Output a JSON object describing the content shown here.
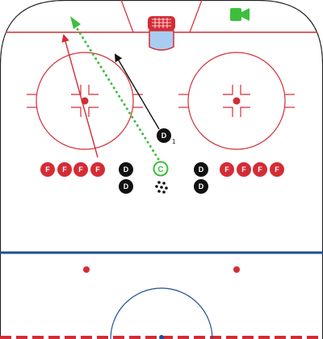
{
  "colors": {
    "rink_line": "#d42c35",
    "blue_line": "#1d4f96",
    "boards": "#222222",
    "forward": "#d42c35",
    "defense": "#111111",
    "coach": "#3dbf3d",
    "pass": "#3dbf3d",
    "skate_red": "#d42c35",
    "skate_black": "#111111",
    "camera": "#3dbf3d",
    "net_frame": "#d42c35",
    "crease": "#a9cdf0"
  },
  "icons": {
    "camera": "video-camera-icon",
    "net": "hockey-net-icon",
    "pucks": "puck-pile-icon"
  },
  "players": {
    "forwards_left": [
      "F",
      "F",
      "F",
      "F"
    ],
    "forwards_right": [
      "F",
      "F",
      "F",
      "F"
    ],
    "defense_left": [
      "D",
      "D"
    ],
    "defense_right": [
      "D",
      "D"
    ],
    "defense_active": {
      "label": "D",
      "subscript": "1"
    },
    "coach": "C"
  }
}
